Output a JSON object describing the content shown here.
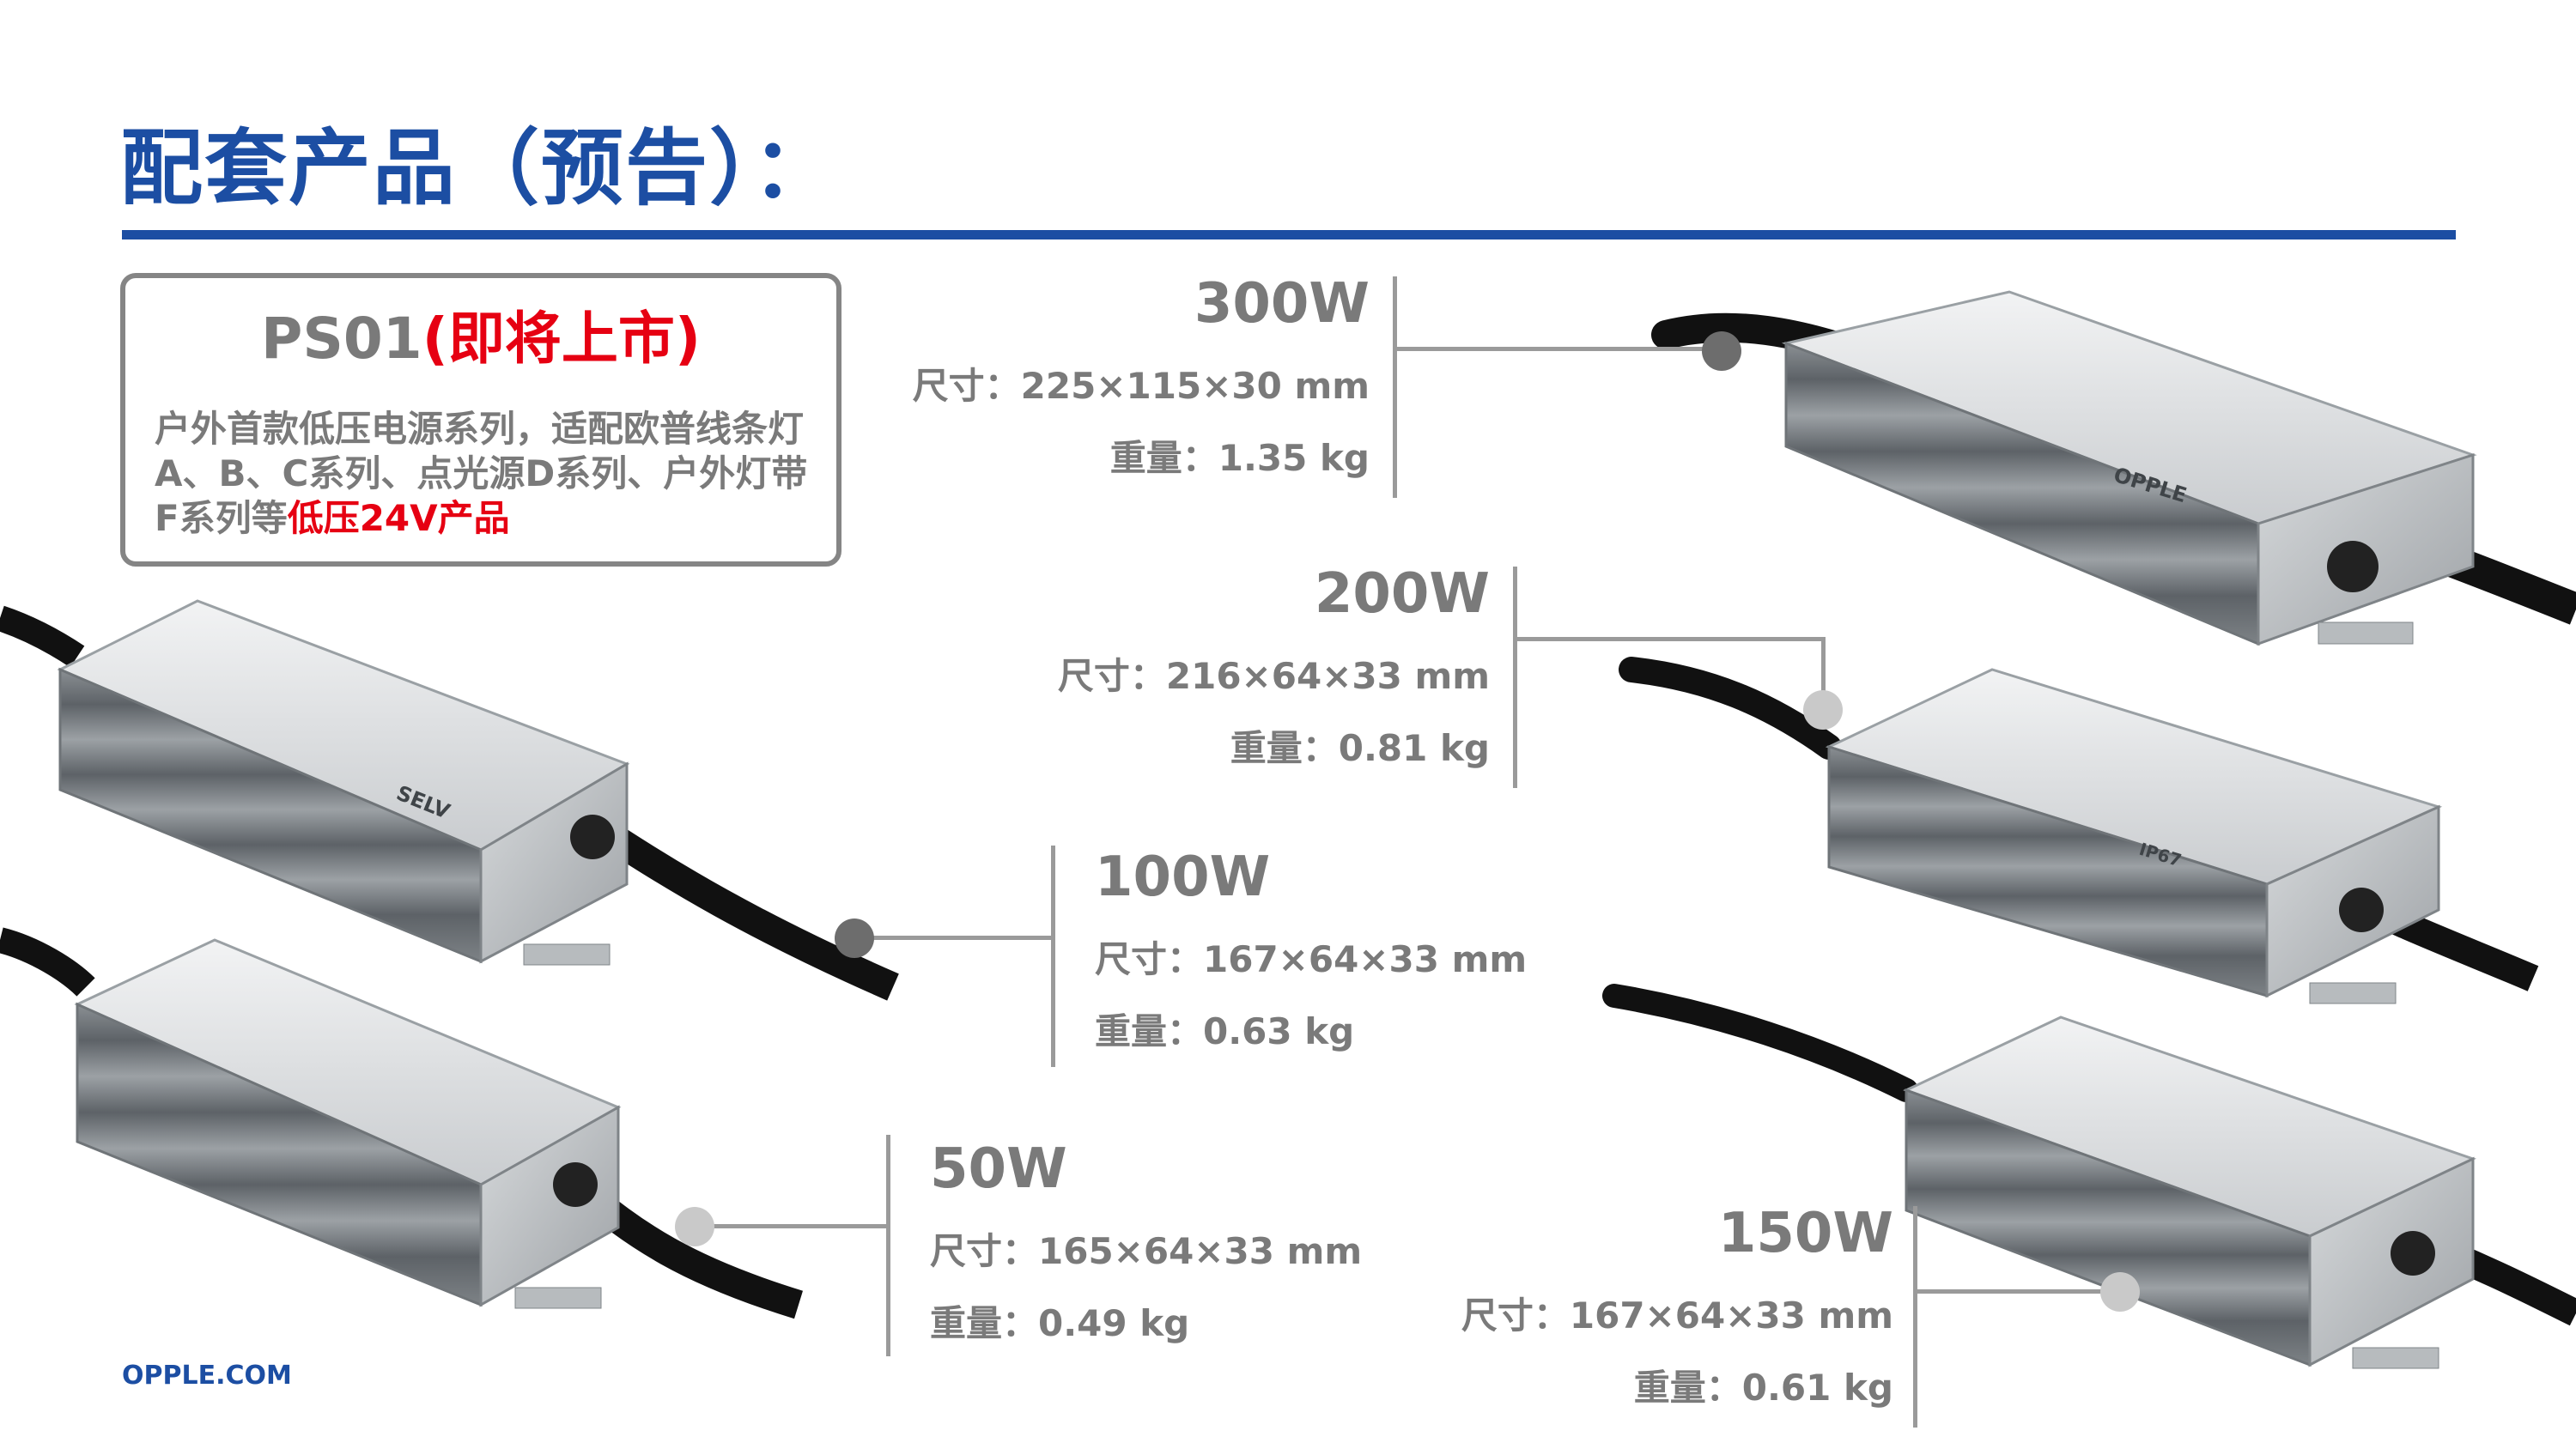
{
  "page": {
    "title": "配套产品（预告）：",
    "footer": "OPPLE.COM"
  },
  "intro": {
    "product": "PS01",
    "tag": "(即将上市)",
    "description": "户外首款低压电源系列，适配欧普线条灯A、B、C系列、点光源D系列、户外灯带F系列等",
    "highlight": "低压24V产品"
  },
  "products": {
    "w300": {
      "watt": "300W",
      "size": "尺寸：225×115×30 mm",
      "weight": "重量：1.35 kg"
    },
    "w200": {
      "watt": "200W",
      "size": "尺寸：216×64×33 mm",
      "weight": "重量：0.81 kg"
    },
    "w100": {
      "watt": "100W",
      "size": "尺寸：167×64×33 mm",
      "weight": "重量：0.63 kg"
    },
    "w50": {
      "watt": "50W",
      "size": "尺寸：165×64×33 mm",
      "weight": "重量：0.49 kg"
    },
    "w150": {
      "watt": "150W",
      "size": "尺寸：167×64×33 mm",
      "weight": "重量：0.61 kg"
    }
  },
  "device": {
    "brand": "OPPLE",
    "rating": "IP67",
    "cert": "SELV"
  },
  "colors": {
    "brand_blue": "#1c4ea3",
    "accent_red": "#e60012",
    "text_gray": "#7a7a7a"
  }
}
